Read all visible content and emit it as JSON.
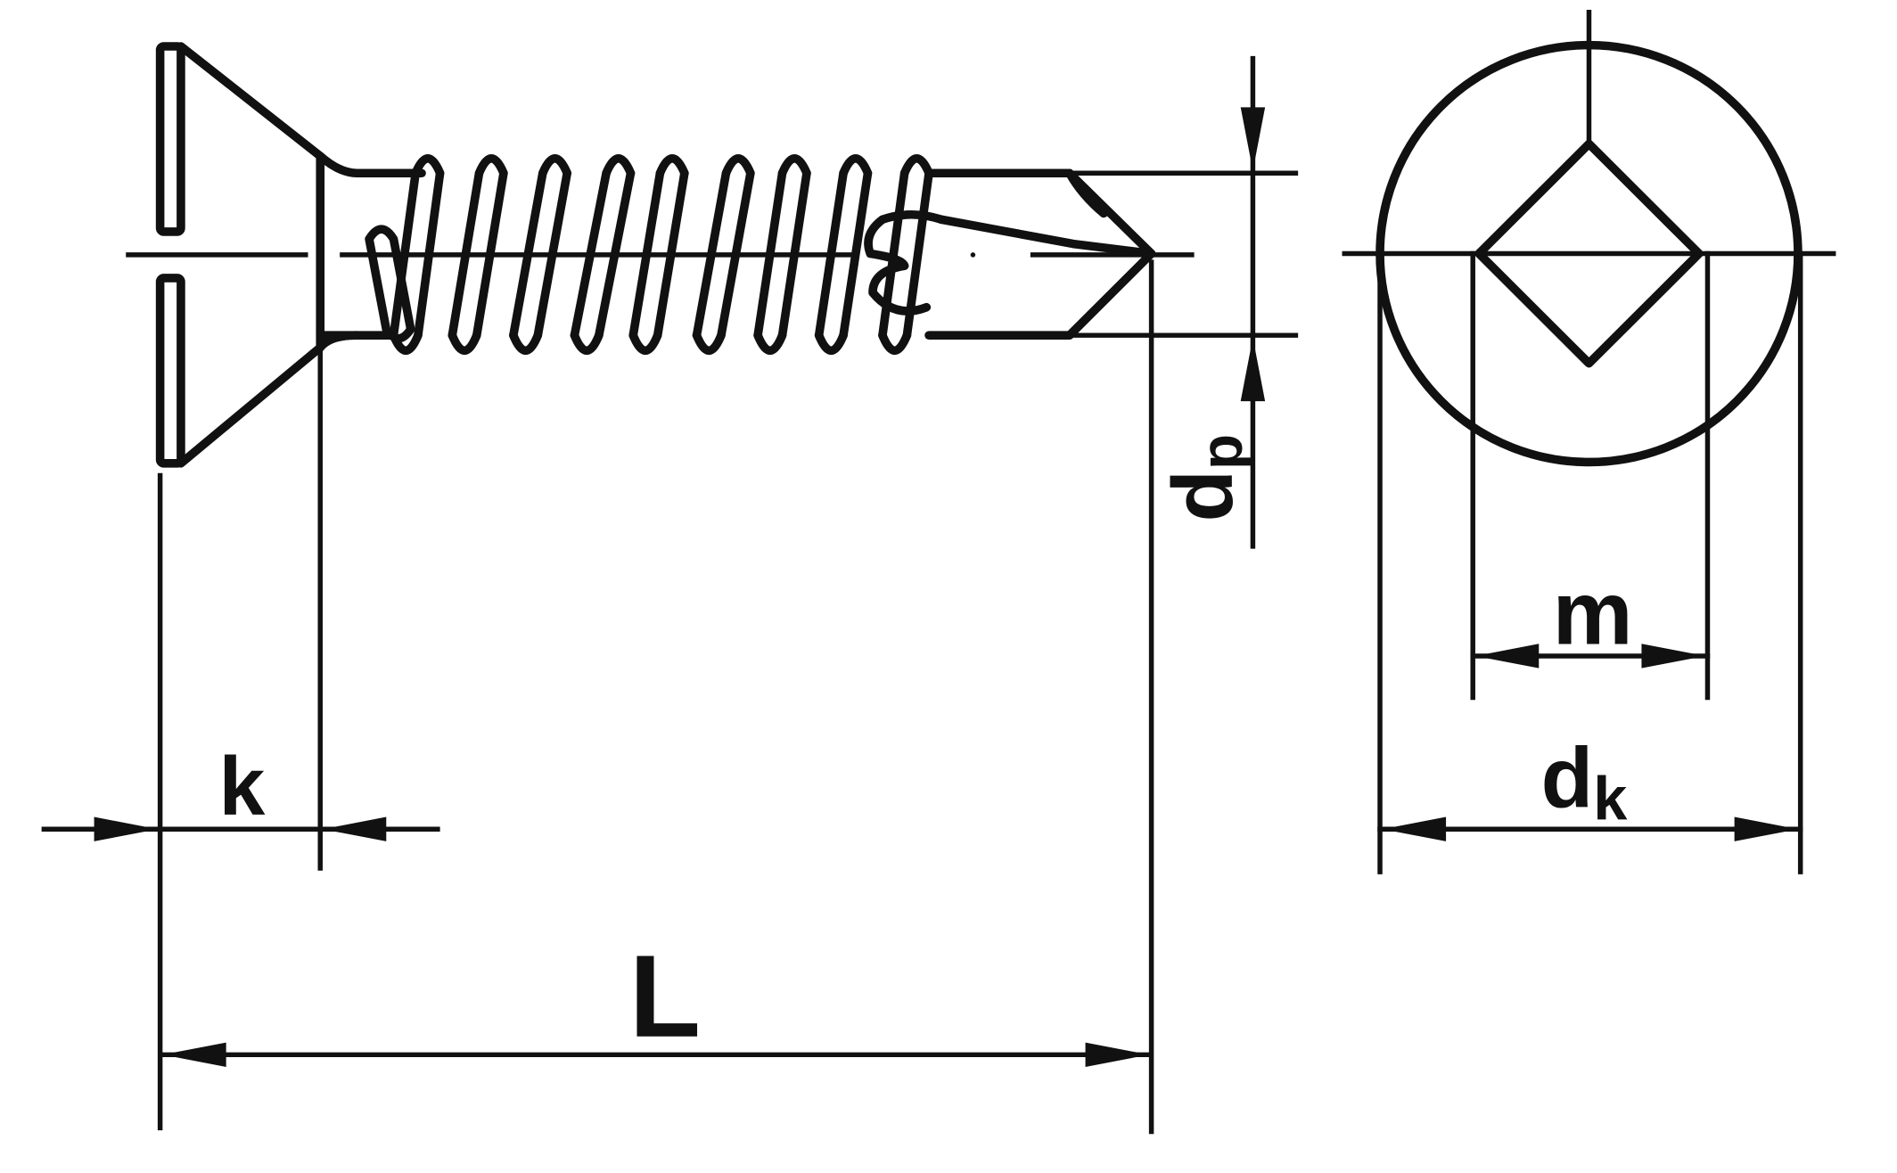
{
  "labels": {
    "k": "k",
    "L": "L",
    "dp_main": "d",
    "dp_sub": "p",
    "m": "m",
    "dk_main": "d",
    "dk_sub": "k"
  },
  "colors": {
    "line": "#111111",
    "background": "#ffffff"
  }
}
